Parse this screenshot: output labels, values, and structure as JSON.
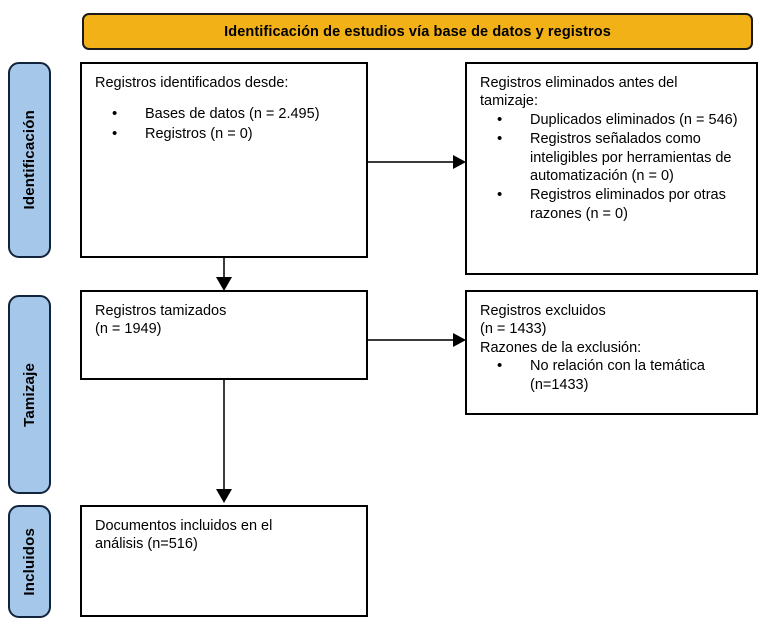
{
  "diagram": {
    "title_banner": "Identificación de estudios vía base de datos y registros",
    "colors": {
      "banner_fill": "#F2B117",
      "banner_border": "#1a1a1a",
      "tab_fill": "#A5C7E9",
      "tab_border": "#12243C",
      "box_border": "#000000",
      "connector": "#3b3b3b"
    },
    "stages": [
      {
        "label": "Identificación"
      },
      {
        "label": "Tamizaje"
      },
      {
        "label": "Incluidos"
      }
    ],
    "boxes": {
      "identified": {
        "heading": "Registros identificados desde:",
        "bullets": [
          "Bases de datos (n = 2.495)",
          "Registros (n = 0)"
        ]
      },
      "removed": {
        "heading_line1": "Registros eliminados antes del",
        "heading_line2": "tamizaje:",
        "bullets": [
          "Duplicados eliminados (n = 546)",
          "Registros señalados como inteligibles por herramientas de automatización (n = 0)",
          "Registros eliminados por otras razones (n = 0)"
        ]
      },
      "screened": {
        "line1": "Registros tamizados",
        "line2": "(n = 1949)"
      },
      "excluded": {
        "line1": "Registros excluidos",
        "line2": "(n = 1433)",
        "line3": "Razones de la exclusión:",
        "bullets": [
          "No relación con la temática (n=1433)"
        ]
      },
      "included": {
        "line1": "Documentos incluidos en el",
        "line2": "análisis (n=516)"
      }
    },
    "connectors": [
      {
        "name": "identified-to-removed",
        "direction": "right"
      },
      {
        "name": "identified-to-screened",
        "direction": "down"
      },
      {
        "name": "screened-to-excluded",
        "direction": "right"
      },
      {
        "name": "screened-to-included",
        "direction": "down"
      }
    ]
  }
}
